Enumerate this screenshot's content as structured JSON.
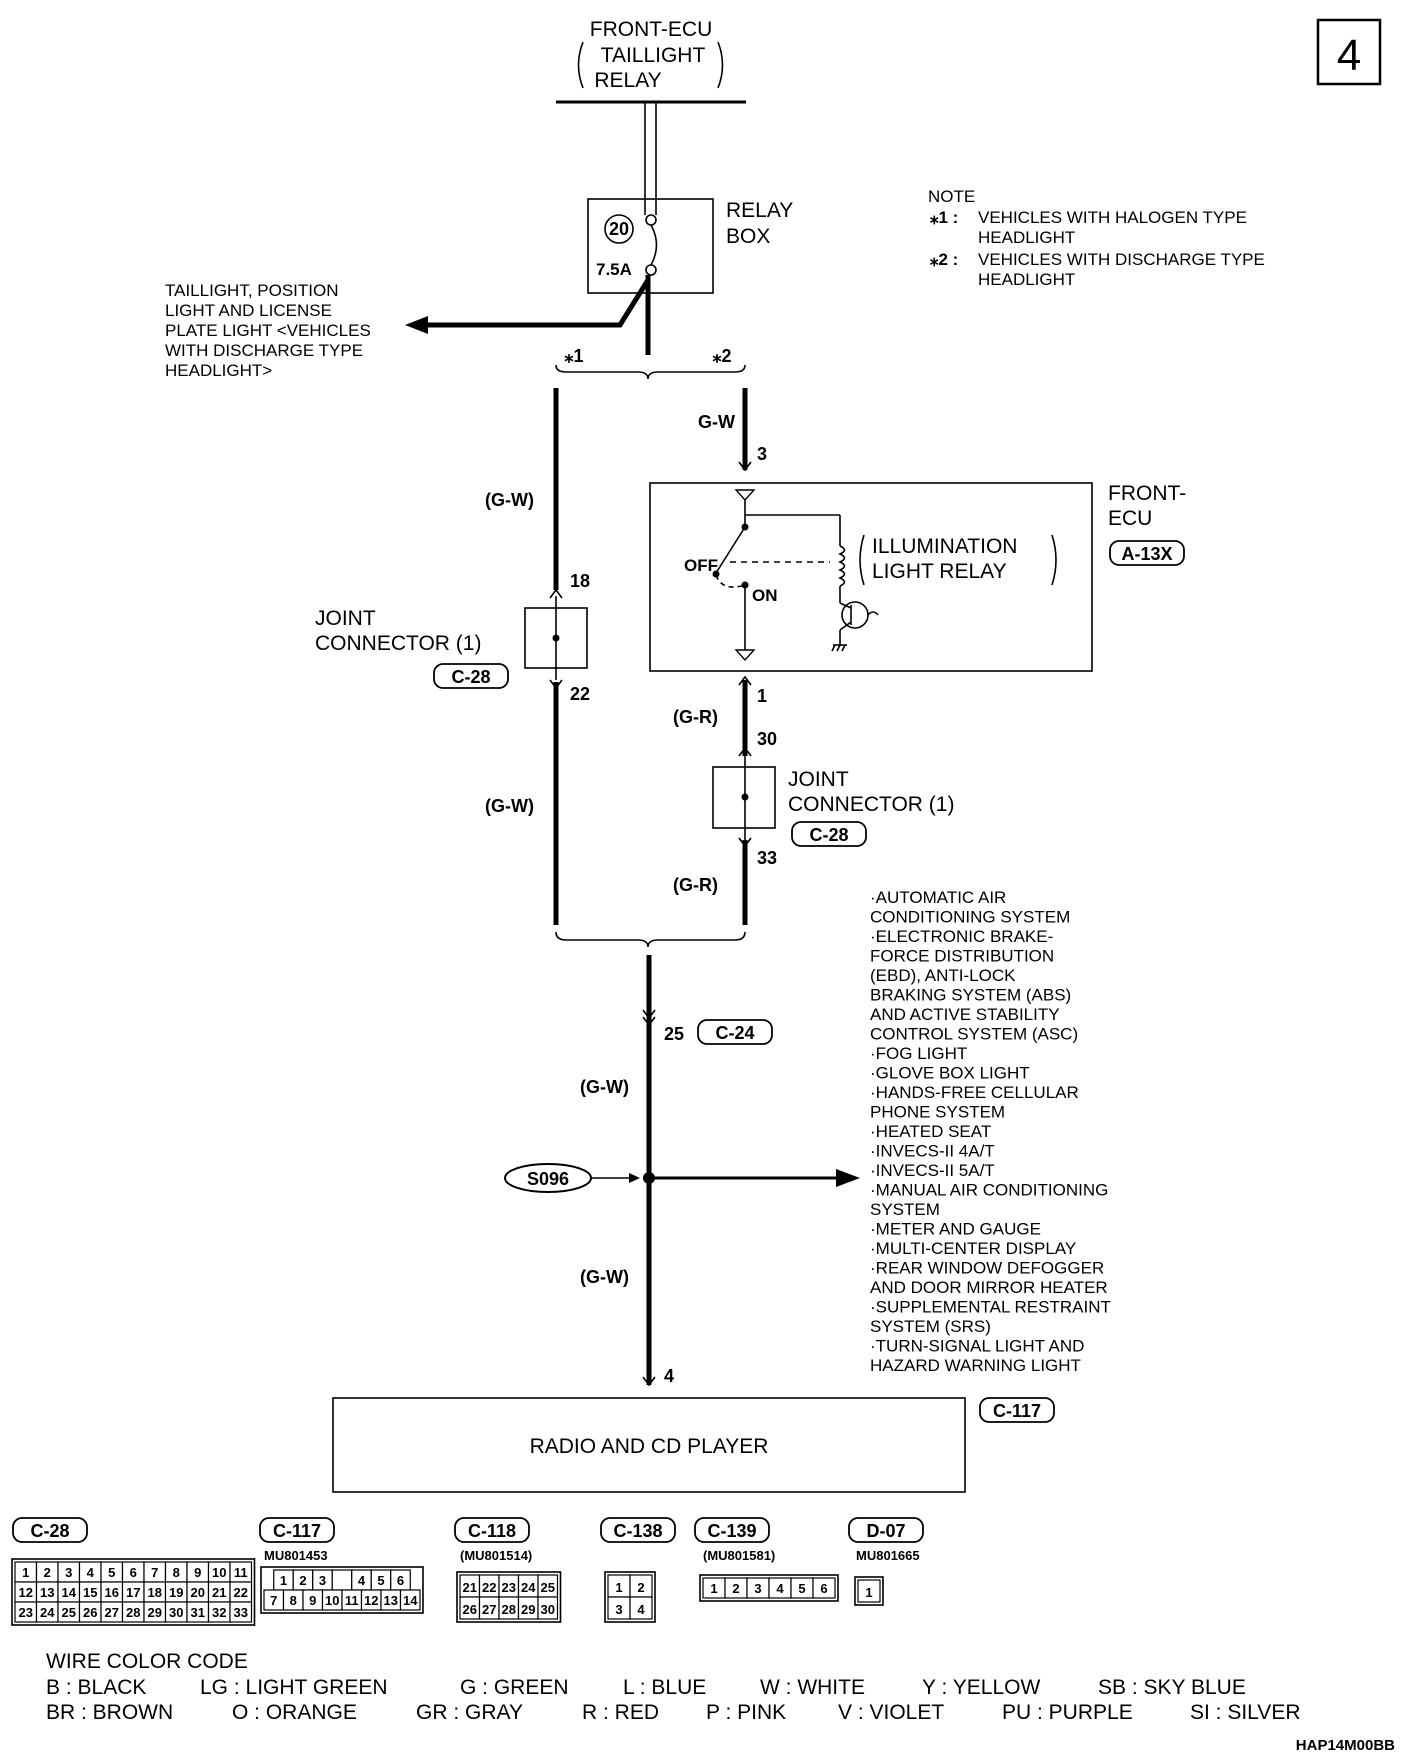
{
  "page_number": "4",
  "source": {
    "line1": "FRONT-ECU",
    "line2": "TAILLIGHT",
    "line3": "RELAY"
  },
  "relay_box": {
    "label1": "RELAY",
    "label2": "BOX",
    "fuse_number": "20",
    "fuse_rating": "7.5A"
  },
  "note": {
    "title": "NOTE",
    "items": [
      {
        "mark": "⁎1 :",
        "line1": "VEHICLES WITH HALOGEN TYPE",
        "line2": "HEADLIGHT"
      },
      {
        "mark": "⁎2 :",
        "line1": "VEHICLES WITH DISCHARGE TYPE",
        "line2": "HEADLIGHT"
      }
    ]
  },
  "taillight_branch": [
    "TAILLIGHT, POSITION",
    "LIGHT AND LICENSE",
    "PLATE LIGHT <VEHICLES",
    "WITH DISCHARGE TYPE",
    "HEADLIGHT>"
  ],
  "variants": {
    "left": "⁎1",
    "right": "⁎2"
  },
  "left_path": {
    "wire_upper": "(G-W)",
    "pin_in": "18",
    "joint_label1": "JOINT",
    "joint_label2": "CONNECTOR (1)",
    "joint_code": "C-28",
    "pin_out": "22",
    "wire_lower": "(G-W)"
  },
  "right_path": {
    "wire_top": "G-W",
    "ecu_pin_in": "3",
    "ecu_label1": "FRONT-",
    "ecu_label2": "ECU",
    "ecu_code": "A-13X",
    "relay_label1": "ILLUMINATION",
    "relay_label2": "LIGHT RELAY",
    "switch_off": "OFF",
    "switch_on": "ON",
    "ecu_pin_out": "1",
    "wire_mid": "(G-R)",
    "joint_pin_in": "30",
    "joint_label1": "JOINT",
    "joint_label2": "CONNECTOR (1)",
    "joint_code": "C-28",
    "joint_pin_out": "33",
    "wire_lower": "(G-R)"
  },
  "main_path": {
    "connector_pin": "25",
    "connector_code": "C-24",
    "wire1": "(G-W)",
    "splice": "S096",
    "wire2": "(G-W)",
    "radio_pin": "4"
  },
  "splice_destinations": [
    "·AUTOMATIC AIR",
    " CONDITIONING SYSTEM",
    "·ELECTRONIC BRAKE-",
    " FORCE DISTRIBUTION",
    " (EBD), ANTI-LOCK",
    " BRAKING SYSTEM (ABS)",
    " AND ACTIVE STABILITY",
    " CONTROL SYSTEM (ASC)",
    "·FOG LIGHT",
    "·GLOVE BOX LIGHT",
    "·HANDS-FREE CELLULAR",
    " PHONE SYSTEM",
    "·HEATED SEAT",
    "·INVECS-II 4A/T",
    "·INVECS-II 5A/T",
    "·MANUAL AIR CONDITIONING",
    " SYSTEM",
    "·METER AND GAUGE",
    "·MULTI-CENTER DISPLAY",
    "·REAR WINDOW DEFOGGER",
    " AND DOOR MIRROR HEATER",
    "·SUPPLEMENTAL RESTRAINT",
    " SYSTEM (SRS)",
    "·TURN-SIGNAL LIGHT AND",
    " HAZARD WARNING LIGHT"
  ],
  "radio": {
    "label": "RADIO AND CD PLAYER",
    "code": "C-117"
  },
  "connectors": [
    {
      "code": "C-28",
      "part": "",
      "rows": [
        [
          "1",
          "2",
          "3",
          "4",
          "5",
          "6",
          "7",
          "8",
          "9",
          "10",
          "11"
        ],
        [
          "12",
          "13",
          "14",
          "15",
          "16",
          "17",
          "18",
          "19",
          "20",
          "21",
          "22"
        ],
        [
          "23",
          "24",
          "25",
          "26",
          "27",
          "28",
          "29",
          "30",
          "31",
          "32",
          "33"
        ]
      ]
    },
    {
      "code": "C-117",
      "part": "MU801453",
      "rows": [
        [
          "1",
          "2",
          "3",
          "",
          "4",
          "5",
          "6"
        ],
        [
          "7",
          "8",
          "9",
          "10",
          "11",
          "12",
          "13",
          "14"
        ]
      ]
    },
    {
      "code": "C-118",
      "part": "(MU801514)",
      "rows": [
        [
          "21",
          "22",
          "23",
          "24",
          "25"
        ],
        [
          "26",
          "27",
          "28",
          "29",
          "30"
        ]
      ]
    },
    {
      "code": "C-138",
      "part": "",
      "rows": [
        [
          "1",
          "2"
        ],
        [
          "3",
          "4"
        ]
      ]
    },
    {
      "code": "C-139",
      "part": "(MU801581)",
      "rows": [
        [
          "1",
          "2",
          "3",
          "4",
          "5",
          "6"
        ]
      ]
    },
    {
      "code": "D-07",
      "part": "MU801665",
      "rows": [
        [
          "1"
        ]
      ]
    }
  ],
  "wire_color_code": {
    "title": "WIRE COLOR CODE",
    "row1": [
      "B : BLACK",
      "LG : LIGHT GREEN",
      "G : GREEN",
      "L : BLUE",
      "W : WHITE",
      "Y : YELLOW",
      "SB : SKY BLUE"
    ],
    "row2": [
      "BR : BROWN",
      "O : ORANGE",
      "GR : GRAY",
      "R : RED",
      "P : PINK",
      "V : VIOLET",
      "PU : PURPLE",
      "SI : SILVER"
    ]
  },
  "figure_code": "HAP14M00BB"
}
